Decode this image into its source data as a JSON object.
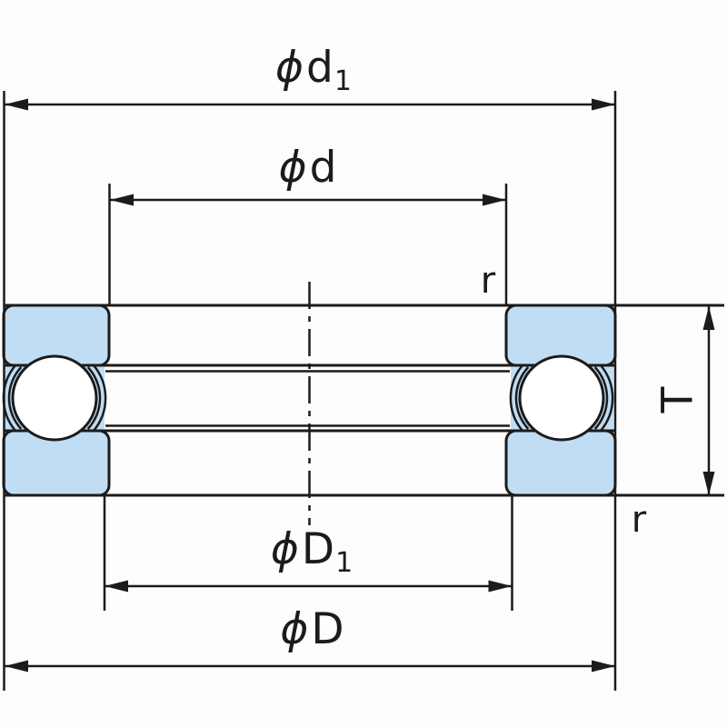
{
  "labels": {
    "phi_d1": {
      "prefix": "ϕ",
      "base": "d",
      "sub": "1"
    },
    "phi_d": {
      "prefix": "ϕ",
      "base": "d",
      "sub": ""
    },
    "phi_D1": {
      "prefix": "ϕ",
      "base": "D",
      "sub": "1"
    },
    "phi_D": {
      "prefix": "ϕ",
      "base": "D",
      "sub": ""
    },
    "T": "T",
    "r_top": "r",
    "r_bottom": "r"
  },
  "colors": {
    "line": "#1b1b1b",
    "washer_fill": "#c0ddf4",
    "ball_fill": "#ffffff",
    "background": "#fdfdfd"
  }
}
